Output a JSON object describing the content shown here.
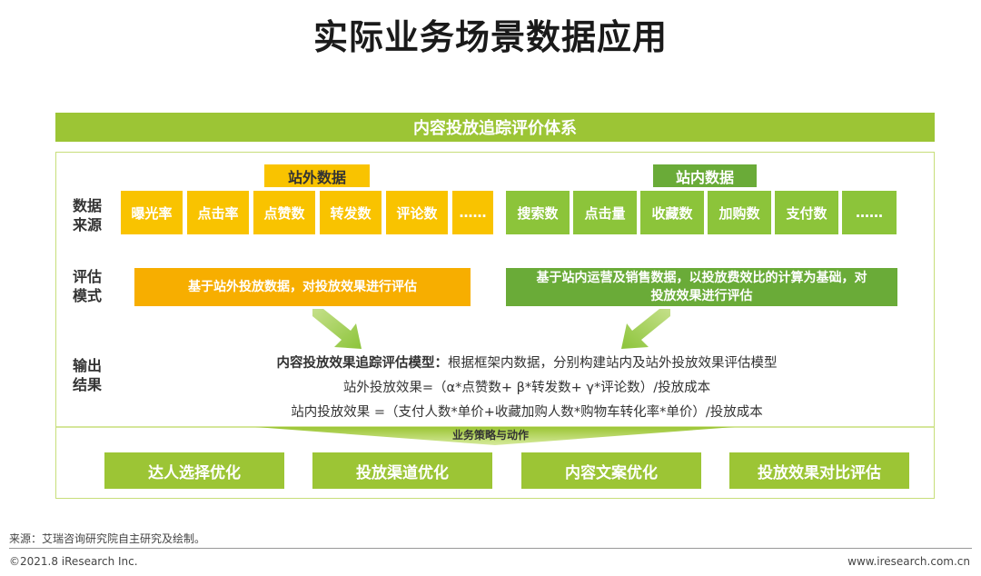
{
  "title": "实际业务场景数据应用",
  "system_title": "内容投放追踪评价体系",
  "labels": {
    "data_source": [
      "数据",
      "来源"
    ],
    "eval_mode": [
      "评估",
      "模式"
    ],
    "output": [
      "输出",
      "结果"
    ]
  },
  "offsite": {
    "title": "站外数据",
    "items": [
      "曝光率",
      "点击率",
      "点赞数",
      "转发数",
      "评论数",
      "……"
    ],
    "eval": "基于站外投放数据，对投放效果进行评估"
  },
  "onsite": {
    "title": "站内数据",
    "items": [
      "搜索数",
      "点击量",
      "收藏数",
      "加购数",
      "支付数",
      "……"
    ],
    "eval_line1": "基于站内运营及销售数据，以投放费效比的计算为基础，对",
    "eval_line2": "投放效果进行评估"
  },
  "results": {
    "model_bold": "内容投放效果追踪评估模型：",
    "model_text": "根据框架内数据，分别构建站内及站外投放效果评估模型",
    "offsite_formula": "站外投放效果=（α*点赞数+ β*转发数+ γ*评论数）/投放成本",
    "onsite_formula": "站内投放效果 =（支付人数*单价+收藏加购人数*购物车转化率*单价）/投放成本"
  },
  "strategy_title": "业务策略与动作",
  "actions": [
    "达人选择优化",
    "投放渠道优化",
    "内容文案优化",
    "投放效果对比评估"
  ],
  "source": "来源：艾瑞咨询研究院自主研究及绘制。",
  "copyright": "©2021.8 iResearch Inc.",
  "website": "www.iresearch.com.cn",
  "colors": {
    "orange": "#f9c300",
    "orange_dark": "#f7ae00",
    "green": "#8cc43a",
    "green_dark": "#6aab38",
    "banner_green": "#9cc535"
  }
}
